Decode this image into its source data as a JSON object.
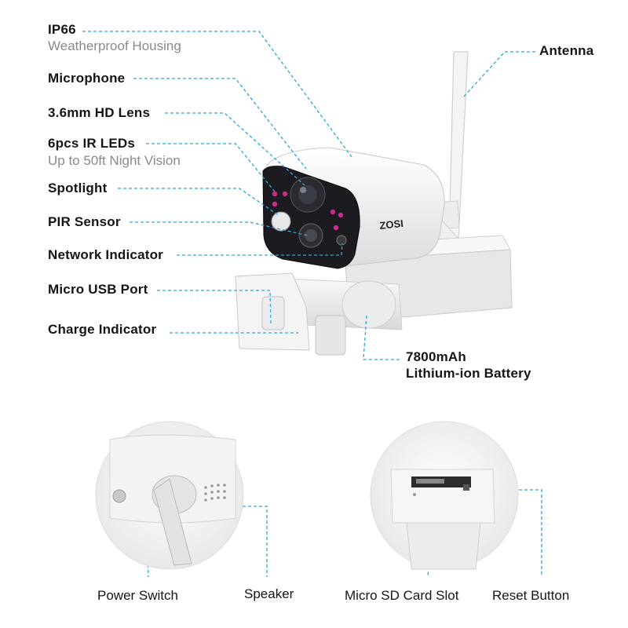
{
  "callouts": {
    "ip66": "IP66",
    "ip66_sub": "Weatherproof Housing",
    "microphone": "Microphone",
    "lens": "3.6mm HD Lens",
    "ir_leds": "6pcs IR LEDs",
    "ir_leds_sub": "Up to 50ft Night Vision",
    "spotlight": "Spotlight",
    "pir": "PIR Sensor",
    "network": "Network Indicator",
    "usb": "Micro USB Port",
    "charge": "Charge Indicator",
    "antenna": "Antenna",
    "battery_line1": "7800mAh",
    "battery_line2": "Lithium-ion Battery"
  },
  "bottom_callouts": {
    "power_switch": "Power Switch",
    "speaker": "Speaker",
    "sd_slot": "Micro SD Card Slot",
    "reset": "Reset Button"
  },
  "brand": "ZOSI",
  "colors": {
    "leader": "#2aa8d6",
    "ir_led": "#cc2a8c",
    "housing": "#f2f2f2"
  }
}
